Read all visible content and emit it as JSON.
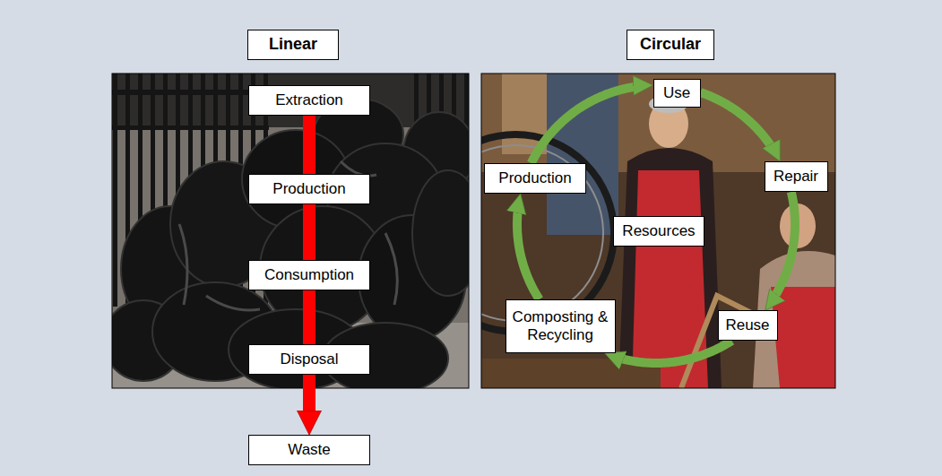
{
  "diagram": {
    "nodes": [
      {
        "text": [
          "Linear"
        ]
      },
      {
        "text": [
          "Extraction"
        ]
      },
      {
        "text": [
          "Production"
        ]
      },
      {
        "text": [
          "Consumption"
        ]
      },
      {
        "text": [
          "Disposal"
        ]
      },
      {
        "text": [
          "Waste"
        ]
      },
      {
        "text": [
          "Circular"
        ]
      },
      {
        "text": [
          "Use"
        ]
      },
      {
        "text": [
          "Repair"
        ]
      },
      {
        "text": [
          "Reuse"
        ]
      },
      {
        "text": [
          "Composting & Recycling"
        ]
      },
      {
        "text": [
          "Production"
        ]
      },
      {
        "text": [
          "Resources"
        ]
      }
    ],
    "edges": [
      {
        "from": 1,
        "to": 2,
        "arrow": "none"
      },
      {
        "from": 2,
        "to": 3,
        "arrow": "none"
      },
      {
        "from": 3,
        "to": 4,
        "arrow": "none"
      },
      {
        "from": 4,
        "to": 5,
        "arrow": "to"
      },
      {
        "from": 7,
        "to": 8,
        "arrow": "to"
      },
      {
        "from": 8,
        "to": 9,
        "arrow": "to"
      },
      {
        "from": 9,
        "to": 10,
        "arrow": "to"
      },
      {
        "from": 10,
        "to": 11,
        "arrow": "to"
      },
      {
        "from": 11,
        "to": 7,
        "arrow": "to"
      }
    ]
  }
}
